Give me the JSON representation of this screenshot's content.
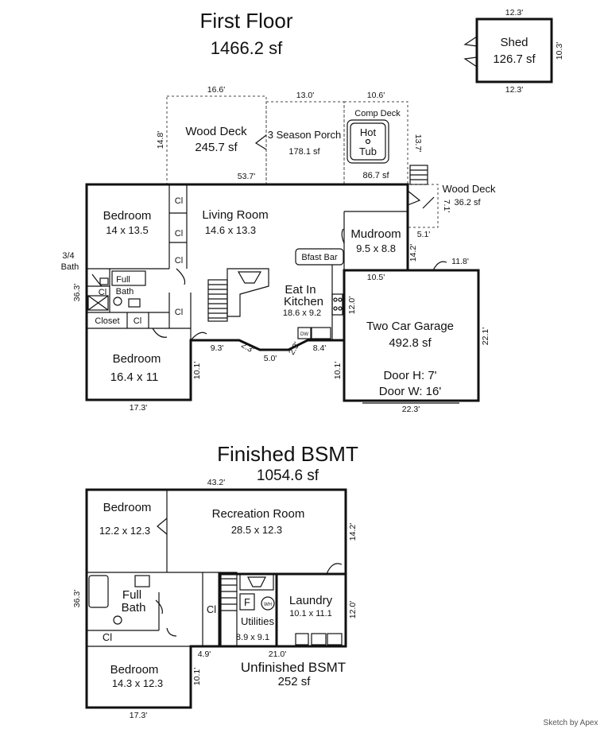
{
  "first_floor": {
    "title": "First Floor",
    "area": "1466.2 sf",
    "rooms": {
      "shed": {
        "name": "Shed",
        "area": "126.7 sf"
      },
      "wood_deck_main": {
        "name": "Wood Deck",
        "area": "245.7 sf"
      },
      "porch": {
        "name": "3 Season Porch",
        "area": "178.1 sf"
      },
      "comp_deck": {
        "name": "Comp Deck",
        "area": "86.7 sf"
      },
      "hot_tub": {
        "line1": "Hot",
        "line2": "Tub"
      },
      "wood_deck_side": {
        "name": "Wood Deck",
        "area": "36.2 sf"
      },
      "bedroom_nw": {
        "name": "Bedroom",
        "size": "14 x 13.5"
      },
      "living_room": {
        "name": "Living Room",
        "size": "14.6 x 13.3"
      },
      "mudroom": {
        "name": "Mudroom",
        "size": "9.5 x 8.8"
      },
      "bfast_bar": {
        "name": "Bfast Bar"
      },
      "kitchen": {
        "line1": "Eat In",
        "line2": "Kitchen",
        "size": "18.6 x 9.2"
      },
      "garage": {
        "name": "Two Car Garage",
        "area": "492.8 sf",
        "door_h": "Door H: 7'",
        "door_w": "Door W: 16'"
      },
      "three_quarter_bath": {
        "line1": "3/4",
        "line2": "Bath"
      },
      "full_bath": {
        "line1": "Full",
        "line2": "Bath"
      },
      "closet": {
        "name": "Closet"
      },
      "bedroom_sw": {
        "name": "Bedroom",
        "size": "16.4 x 11"
      },
      "closet_labels": [
        "Cl",
        "Cl",
        "Cl",
        "Cl",
        "Cl",
        "Cl"
      ],
      "dw": "DW"
    },
    "dims": {
      "shed_top": "12.3'",
      "shed_bottom": "12.3'",
      "shed_right": "10.3'",
      "deck_top": "16.6'",
      "deck_left": "14.8'",
      "deck_bottom": "53.7'",
      "porch_top": "13.0'",
      "comp_top": "10.6'",
      "comp_right": "13.7'",
      "side_deck_right": "7.1'",
      "side_deck_bottom": "5.1'",
      "mud_right": "14.2'",
      "garage_top_right": "11.8'",
      "mud_bottom": "10.5'",
      "kitchen_right": "12.0'",
      "garage_right": "22.1'",
      "garage_bottom": "22.3'",
      "bay_1": "9.3'",
      "bay_2": "2.3'",
      "bay_3": "5.0'",
      "bay_4": "2.3'",
      "bay_5": "8.4'",
      "left_height": "36.3'",
      "sw_right": "10.1'",
      "garage_left": "10.1'",
      "bottom": "17.3'"
    }
  },
  "basement": {
    "title": "Finished BSMT",
    "area": "1054.6 sf",
    "rooms": {
      "bedroom_nw": {
        "name": "Bedroom",
        "size": "12.2 x 12.3"
      },
      "rec_room": {
        "name": "Recreation Room",
        "size": "28.5 x 12.3"
      },
      "full_bath": {
        "line1": "Full",
        "line2": "Bath"
      },
      "laundry": {
        "name": "Laundry",
        "size": "10.1 x 11.1"
      },
      "utilities": {
        "name": "Utilities",
        "size": "8.9 x 9.1",
        "furnace": "F",
        "wh": "WH"
      },
      "closet_labels": [
        "Cl",
        "Cl"
      ],
      "bedroom_sw": {
        "name": "Bedroom",
        "size": "14.3 x 12.3"
      },
      "unfinished": {
        "name": "Unfinished BSMT",
        "area": "252 sf"
      }
    },
    "dims": {
      "top": "43.2'",
      "right_upper": "14.2'",
      "right_lower": "12.0'",
      "left": "36.3'",
      "step_small": "4.9'",
      "bottom_right": "21.0'",
      "sw_right": "10.1'",
      "bottom": "17.3'"
    }
  },
  "credit": "Sketch by Apex"
}
